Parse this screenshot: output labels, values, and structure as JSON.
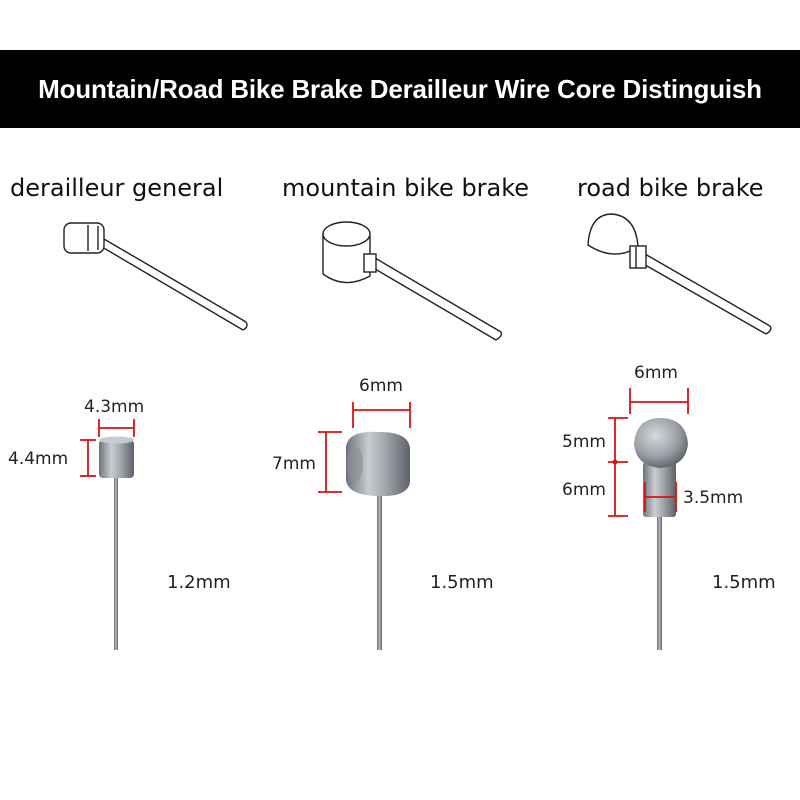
{
  "title": "Mountain/Road Bike Brake Derailleur Wire Core Distinguish",
  "types": [
    {
      "heading": "derailleur general",
      "head_width": "4.3mm",
      "head_height": "4.4mm",
      "wire": "1.2mm"
    },
    {
      "heading": "mountain bike brake",
      "head_width": "6mm",
      "head_height": "7mm",
      "wire": "1.5mm"
    },
    {
      "heading": "road bike brake",
      "head_width": "6mm",
      "head_height": "5mm",
      "neck_height": "6mm",
      "neck_width": "3.5mm",
      "wire": "1.5mm"
    }
  ],
  "colors": {
    "title_bg": "#000000",
    "title_text": "#ffffff",
    "dimension_line": "#e01010"
  }
}
